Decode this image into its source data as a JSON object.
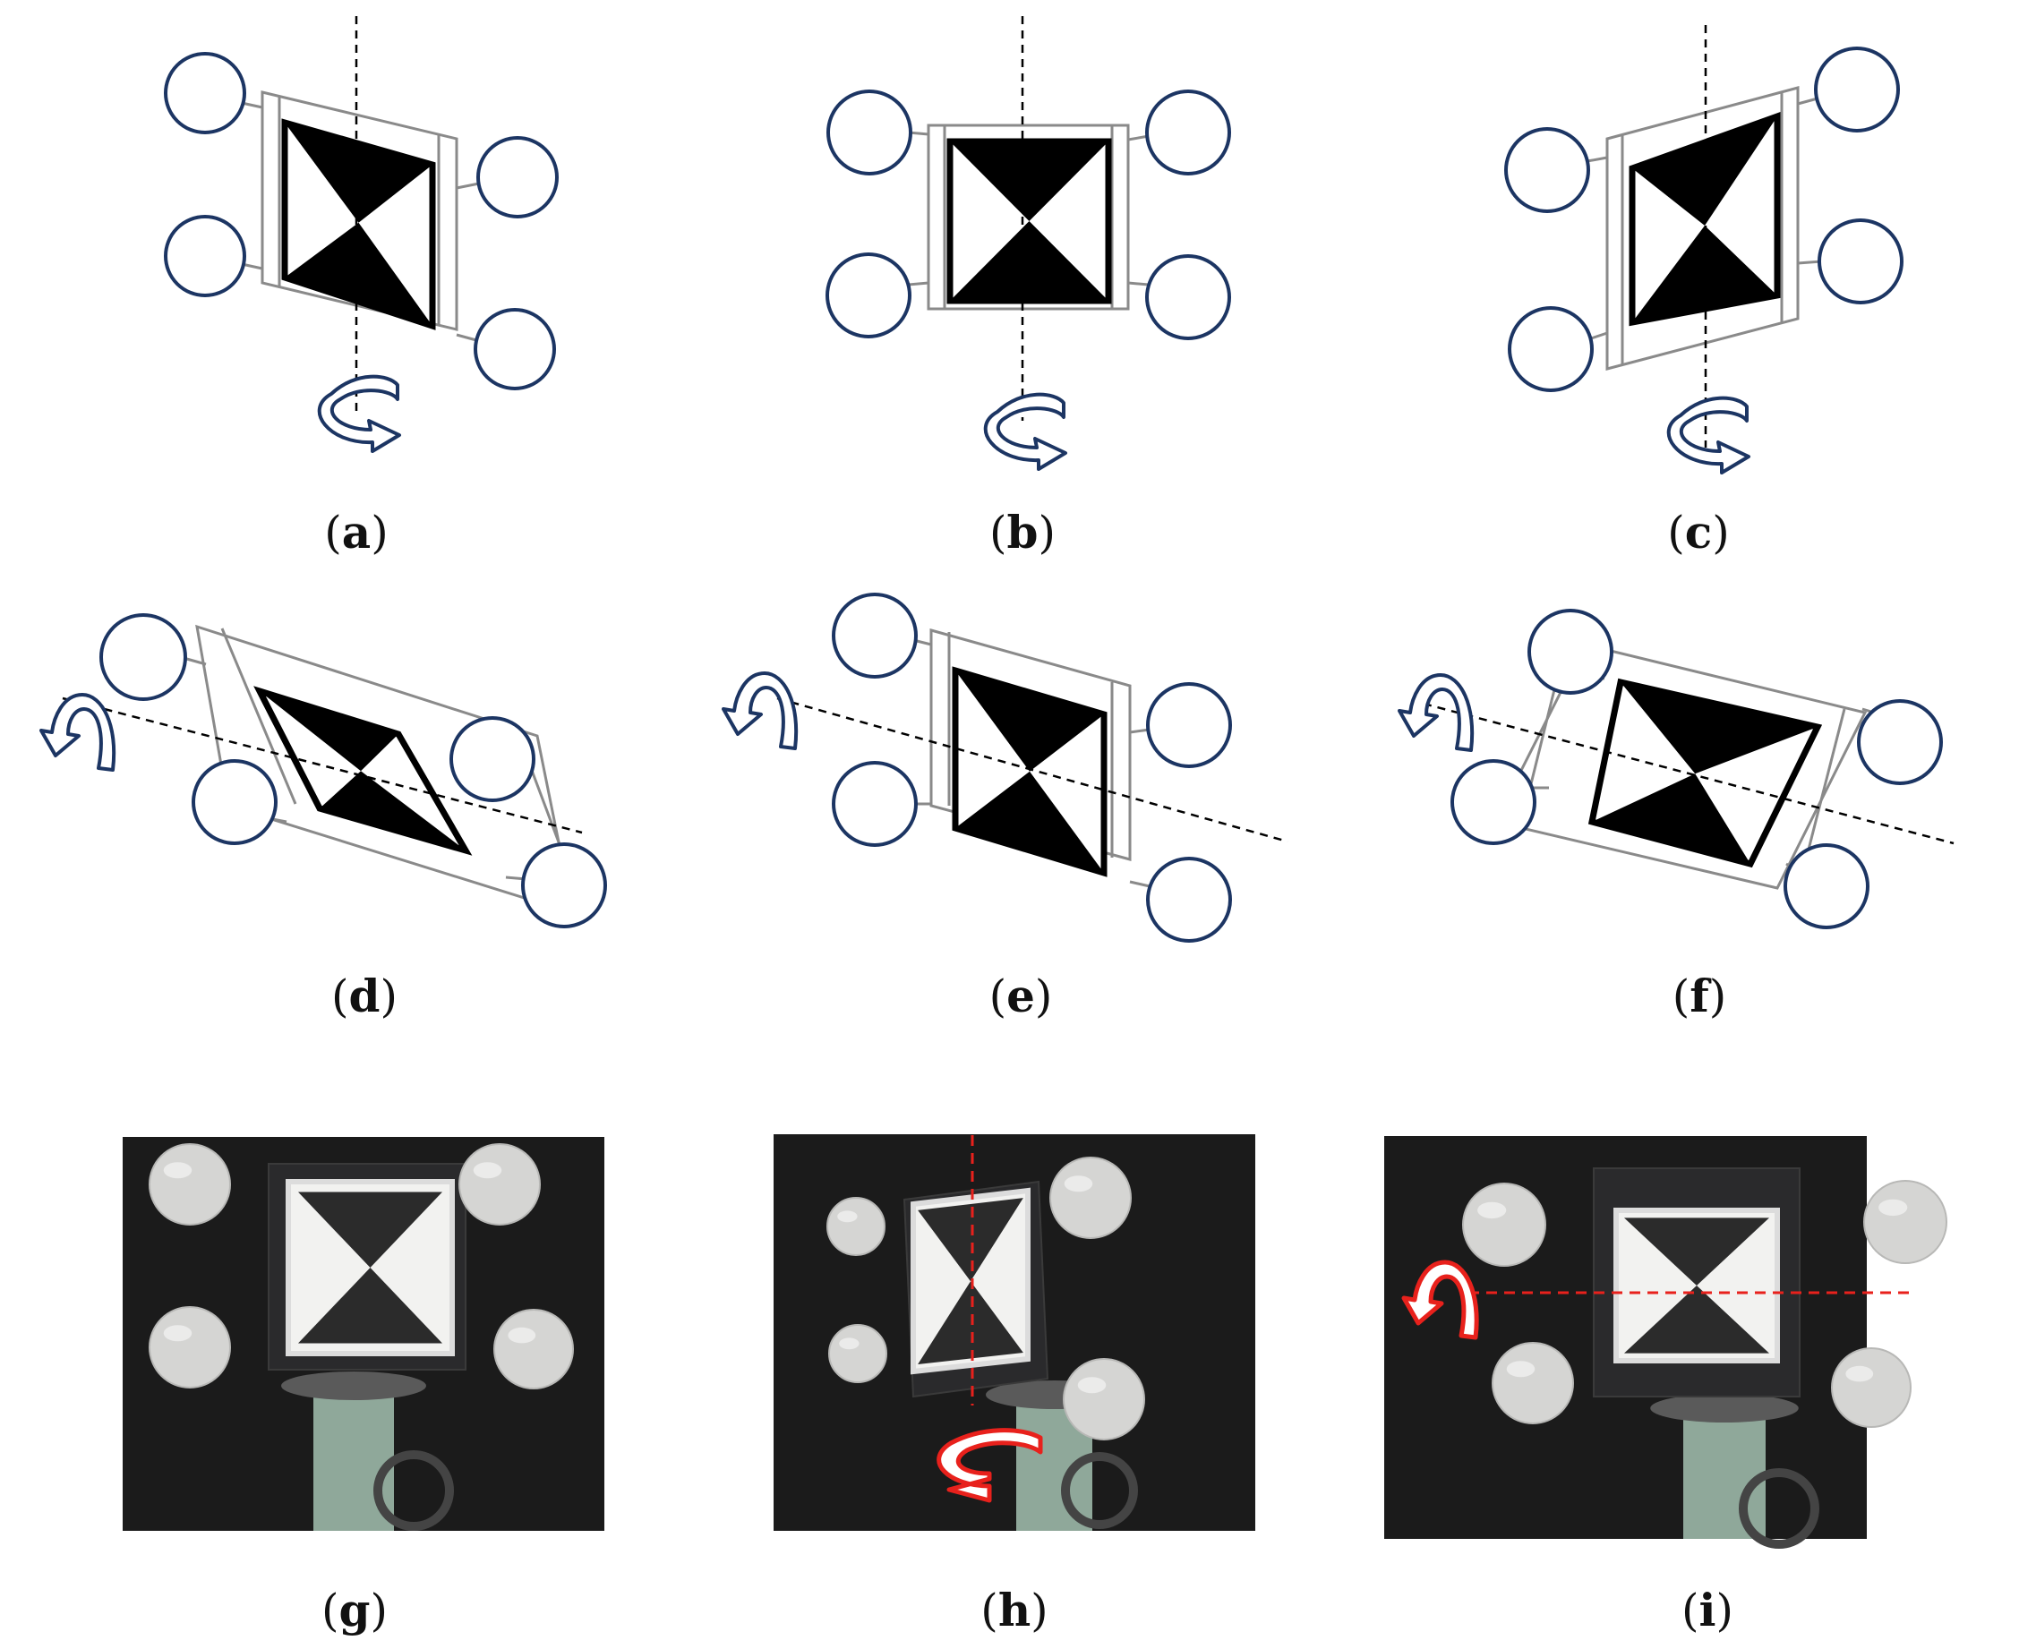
{
  "colors": {
    "marker_outline": "#1c3563",
    "arrow_outline": "#1c3563",
    "frame_line": "#8a8a8a",
    "target_black": "#000000",
    "axis_line": "#000000",
    "photo_background": "#1b1b1b",
    "photo_axis": "#e8211c",
    "photo_arrow": "#e8211c",
    "sphere_fill": "#d5d5d3",
    "pedestal": "#8fa89a"
  },
  "panels": [
    {
      "id": "a",
      "label": "a",
      "kind": "diagram",
      "rotation_axis": "vertical",
      "view": "yawed-left"
    },
    {
      "id": "b",
      "label": "b",
      "kind": "diagram",
      "rotation_axis": "vertical",
      "view": "frontal"
    },
    {
      "id": "c",
      "label": "c",
      "kind": "diagram",
      "rotation_axis": "vertical",
      "view": "yawed-right"
    },
    {
      "id": "d",
      "label": "d",
      "kind": "diagram",
      "rotation_axis": "oblique",
      "view": "tilted-strong"
    },
    {
      "id": "e",
      "label": "e",
      "kind": "diagram",
      "rotation_axis": "oblique",
      "view": "tilted-mild"
    },
    {
      "id": "f",
      "label": "f",
      "kind": "diagram",
      "rotation_axis": "oblique",
      "view": "tilted-rotated"
    },
    {
      "id": "g",
      "label": "g",
      "kind": "photo",
      "rotation_axis": "none",
      "view": "frontal"
    },
    {
      "id": "h",
      "label": "h",
      "kind": "photo",
      "rotation_axis": "vertical",
      "view": "yawed"
    },
    {
      "id": "i",
      "label": "i",
      "kind": "photo",
      "rotation_axis": "horizontal",
      "view": "tilted"
    }
  ]
}
